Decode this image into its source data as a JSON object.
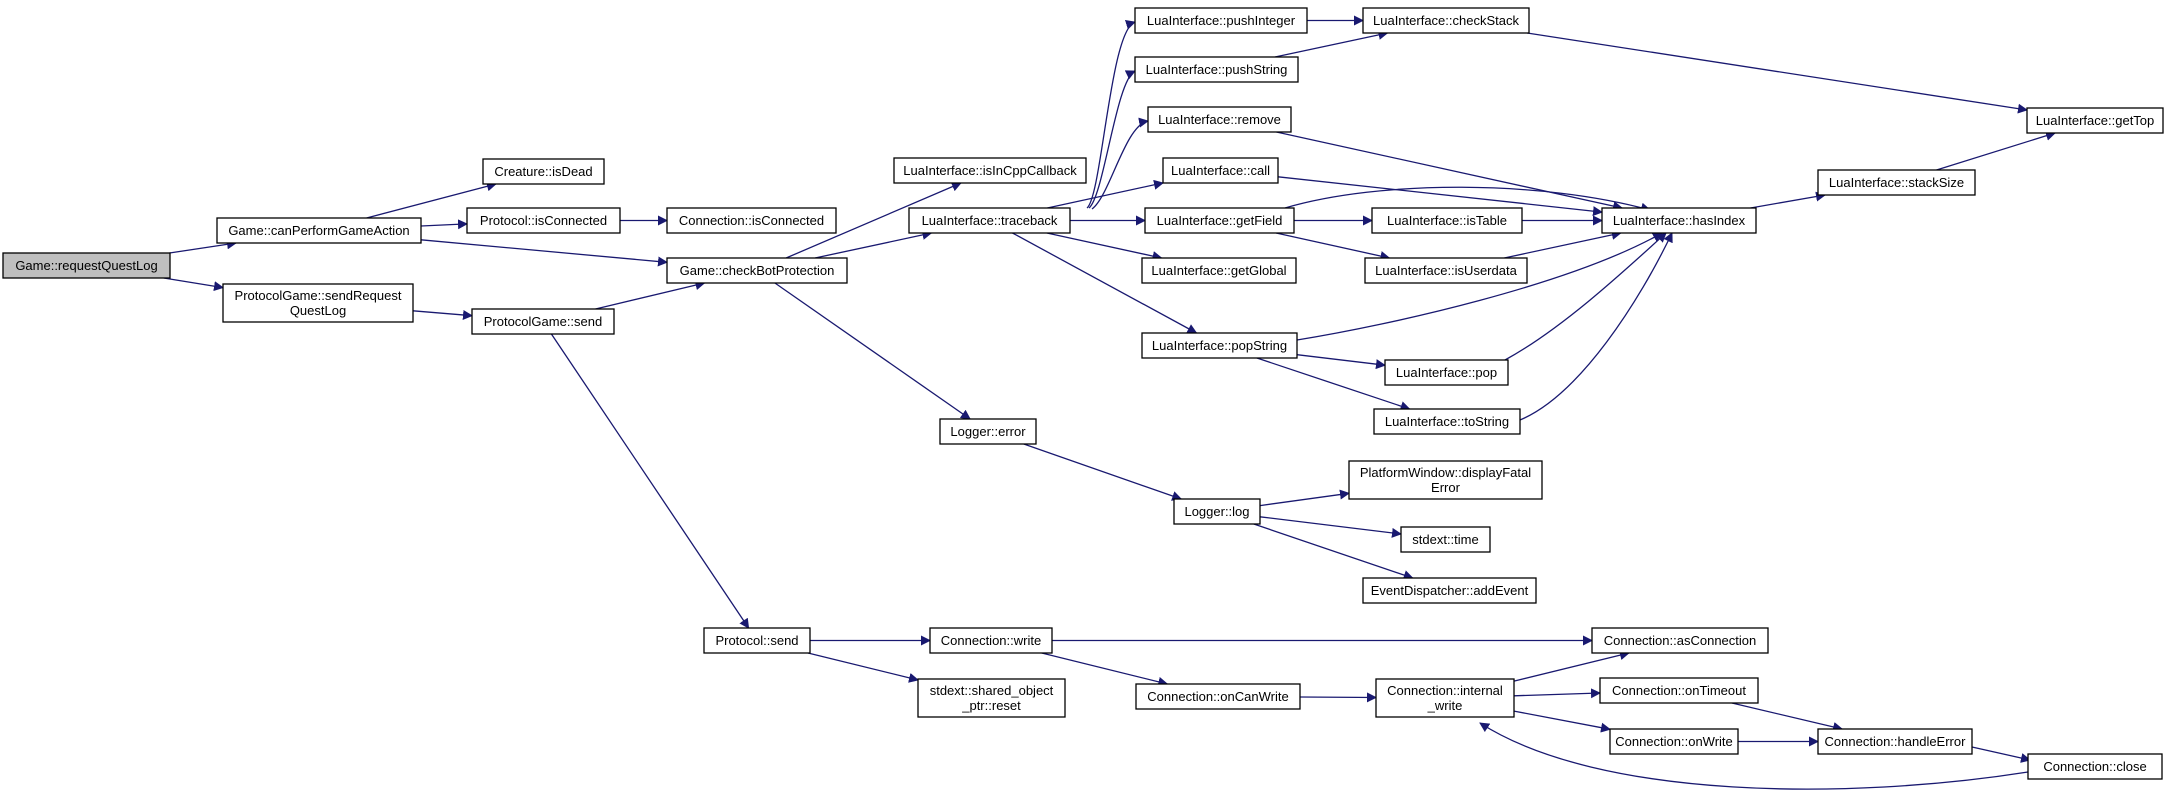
{
  "colors": {
    "edge": "#191970",
    "node_fill": "#ffffff",
    "root_fill": "#bfbfbf",
    "border": "#000000",
    "text": "#000000"
  },
  "nodes": [
    {
      "id": "requestQuestLog",
      "lines": [
        "Game::requestQuestLog"
      ],
      "root": true
    },
    {
      "id": "canPerform",
      "lines": [
        "Game::canPerformGameAction"
      ]
    },
    {
      "id": "sendReqQL",
      "lines": [
        "ProtocolGame::sendRequest",
        "QuestLog"
      ]
    },
    {
      "id": "isDead",
      "lines": [
        "Creature::isDead"
      ]
    },
    {
      "id": "protIsConn",
      "lines": [
        "Protocol::isConnected"
      ]
    },
    {
      "id": "connIsConn",
      "lines": [
        "Connection::isConnected"
      ]
    },
    {
      "id": "pgSend",
      "lines": [
        "ProtocolGame::send"
      ]
    },
    {
      "id": "checkBot",
      "lines": [
        "Game::checkBotProtection"
      ]
    },
    {
      "id": "isInCpp",
      "lines": [
        "LuaInterface::isInCppCallback"
      ]
    },
    {
      "id": "traceback",
      "lines": [
        "LuaInterface::traceback"
      ]
    },
    {
      "id": "loggerError",
      "lines": [
        "Logger::error"
      ]
    },
    {
      "id": "loggerLog",
      "lines": [
        "Logger::log"
      ]
    },
    {
      "id": "pushInteger",
      "lines": [
        "LuaInterface::pushInteger"
      ]
    },
    {
      "id": "pushString",
      "lines": [
        "LuaInterface::pushString"
      ]
    },
    {
      "id": "remove",
      "lines": [
        "LuaInterface::remove"
      ]
    },
    {
      "id": "call",
      "lines": [
        "LuaInterface::call"
      ]
    },
    {
      "id": "getField",
      "lines": [
        "LuaInterface::getField"
      ]
    },
    {
      "id": "getGlobal",
      "lines": [
        "LuaInterface::getGlobal"
      ]
    },
    {
      "id": "popString",
      "lines": [
        "LuaInterface::popString"
      ]
    },
    {
      "id": "checkStack",
      "lines": [
        "LuaInterface::checkStack"
      ]
    },
    {
      "id": "isTable",
      "lines": [
        "LuaInterface::isTable"
      ]
    },
    {
      "id": "isUserdata",
      "lines": [
        "LuaInterface::isUserdata"
      ]
    },
    {
      "id": "pop",
      "lines": [
        "LuaInterface::pop"
      ]
    },
    {
      "id": "toString",
      "lines": [
        "LuaInterface::toString"
      ]
    },
    {
      "id": "hasIndex",
      "lines": [
        "LuaInterface::hasIndex"
      ]
    },
    {
      "id": "stackSize",
      "lines": [
        "LuaInterface::stackSize"
      ]
    },
    {
      "id": "getTop",
      "lines": [
        "LuaInterface::getTop"
      ]
    },
    {
      "id": "displayFatal",
      "lines": [
        "PlatformWindow::displayFatal",
        "Error"
      ]
    },
    {
      "id": "stdextTime",
      "lines": [
        "stdext::time"
      ]
    },
    {
      "id": "addEvent",
      "lines": [
        "EventDispatcher::addEvent"
      ]
    },
    {
      "id": "protSend",
      "lines": [
        "Protocol::send"
      ]
    },
    {
      "id": "connWrite",
      "lines": [
        "Connection::write"
      ]
    },
    {
      "id": "sharedReset",
      "lines": [
        "stdext::shared_object",
        "_ptr::reset"
      ]
    },
    {
      "id": "onCanWrite",
      "lines": [
        "Connection::onCanWrite"
      ]
    },
    {
      "id": "internalWrite",
      "lines": [
        "Connection::internal",
        "_write"
      ]
    },
    {
      "id": "asConnection",
      "lines": [
        "Connection::asConnection"
      ]
    },
    {
      "id": "onTimeout",
      "lines": [
        "Connection::onTimeout"
      ]
    },
    {
      "id": "onWrite",
      "lines": [
        "Connection::onWrite"
      ]
    },
    {
      "id": "handleError",
      "lines": [
        "Connection::handleError"
      ]
    },
    {
      "id": "connClose",
      "lines": [
        "Connection::close"
      ]
    }
  ],
  "edges": [
    [
      "requestQuestLog",
      "canPerform"
    ],
    [
      "requestQuestLog",
      "sendReqQL"
    ],
    [
      "canPerform",
      "isDead"
    ],
    [
      "canPerform",
      "protIsConn"
    ],
    [
      "canPerform",
      "checkBot"
    ],
    [
      "protIsConn",
      "connIsConn"
    ],
    [
      "sendReqQL",
      "pgSend"
    ],
    [
      "pgSend",
      "checkBot"
    ],
    [
      "pgSend",
      "protSend"
    ],
    [
      "checkBot",
      "isInCpp"
    ],
    [
      "checkBot",
      "traceback"
    ],
    [
      "checkBot",
      "loggerError"
    ],
    [
      "traceback",
      "pushInteger"
    ],
    [
      "traceback",
      "pushString"
    ],
    [
      "traceback",
      "remove"
    ],
    [
      "traceback",
      "call"
    ],
    [
      "traceback",
      "getField"
    ],
    [
      "traceback",
      "getGlobal"
    ],
    [
      "traceback",
      "popString"
    ],
    [
      "pushInteger",
      "checkStack"
    ],
    [
      "pushString",
      "checkStack"
    ],
    [
      "checkStack",
      "getTop"
    ],
    [
      "remove",
      "hasIndex"
    ],
    [
      "call",
      "hasIndex"
    ],
    [
      "getField",
      "hasIndex"
    ],
    [
      "getField",
      "isTable"
    ],
    [
      "getField",
      "isUserdata"
    ],
    [
      "isTable",
      "hasIndex"
    ],
    [
      "isUserdata",
      "hasIndex"
    ],
    [
      "popString",
      "hasIndex"
    ],
    [
      "popString",
      "pop"
    ],
    [
      "popString",
      "toString"
    ],
    [
      "pop",
      "hasIndex"
    ],
    [
      "toString",
      "hasIndex"
    ],
    [
      "hasIndex",
      "stackSize"
    ],
    [
      "stackSize",
      "getTop"
    ],
    [
      "loggerError",
      "loggerLog"
    ],
    [
      "loggerLog",
      "displayFatal"
    ],
    [
      "loggerLog",
      "stdextTime"
    ],
    [
      "loggerLog",
      "addEvent"
    ],
    [
      "protSend",
      "connWrite"
    ],
    [
      "protSend",
      "sharedReset"
    ],
    [
      "connWrite",
      "asConnection"
    ],
    [
      "connWrite",
      "onCanWrite"
    ],
    [
      "onCanWrite",
      "internalWrite"
    ],
    [
      "internalWrite",
      "asConnection"
    ],
    [
      "internalWrite",
      "onTimeout"
    ],
    [
      "internalWrite",
      "onWrite"
    ],
    [
      "onTimeout",
      "handleError"
    ],
    [
      "onWrite",
      "handleError"
    ],
    [
      "handleError",
      "connClose"
    ],
    [
      "connClose",
      "internalWrite"
    ]
  ]
}
